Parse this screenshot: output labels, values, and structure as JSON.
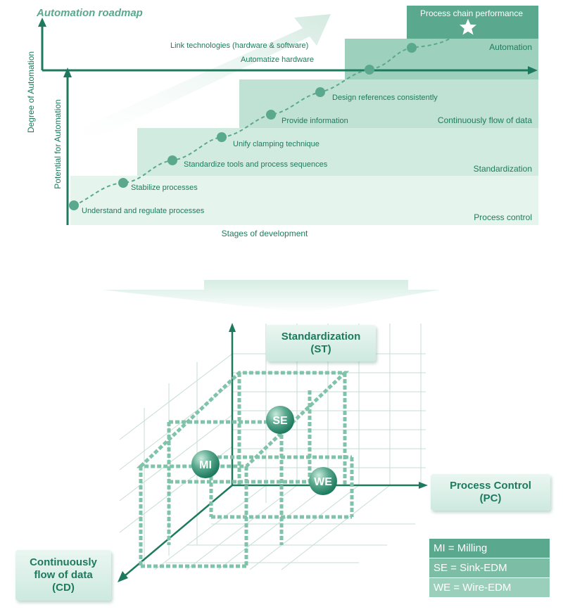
{
  "roadmap": {
    "title": "Automation roadmap",
    "y_axis_outer": "Degree of Automation",
    "y_axis_inner": "Potential for Automation",
    "x_axis": "Stages of development",
    "stages": [
      "Process control",
      "Standardization",
      "Continuously flow of data",
      "Automation",
      "Process chain performance"
    ],
    "milestones": [
      "Understand and regulate processes",
      "Stabilize processes",
      "Standardize tools and process sequences",
      "Unify clamping technique",
      "Provide information",
      "Design references consistently",
      "Automatize hardware",
      "Link technologies (hardware & software)"
    ]
  },
  "cube": {
    "axis_top": {
      "line1": "Standardization",
      "line2": "(ST)"
    },
    "axis_right": {
      "line1": "Process Control",
      "line2": "(PC)"
    },
    "axis_left": {
      "line1": "Continuously",
      "line2": "flow of data",
      "line3": "(CD)"
    },
    "points": [
      {
        "label": "MI"
      },
      {
        "label": "SE"
      },
      {
        "label": "WE"
      }
    ]
  },
  "legend": [
    {
      "text": "MI = Milling",
      "color": "#5aa88e"
    },
    {
      "text": "SE = Sink-EDM",
      "color": "#7cbda6"
    },
    {
      "text": "WE = Wire-EDM",
      "color": "#9acfbc"
    }
  ],
  "colors": {
    "dark": "#1e7a5e",
    "medium": "#5aa88e",
    "light": "#cde9df",
    "lighter": "#e3f3ed"
  }
}
